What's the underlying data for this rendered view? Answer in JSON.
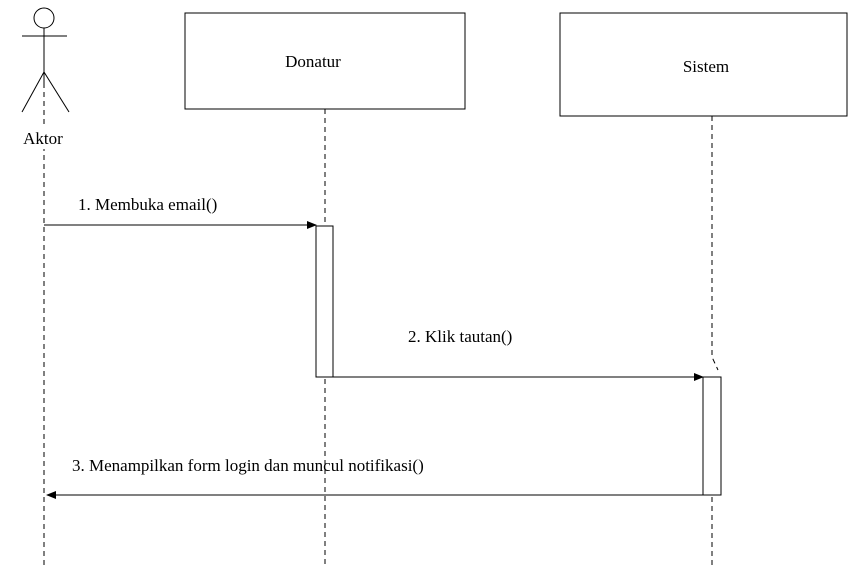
{
  "actor": {
    "label": "Aktor"
  },
  "participants": [
    {
      "label": "Donatur"
    },
    {
      "label": "Sistem"
    }
  ],
  "messages": [
    {
      "label": "1. Membuka email()"
    },
    {
      "label": "2. Klik tautan()"
    },
    {
      "label": "3. Menampilkan form login dan muncul notifikasi()"
    }
  ]
}
